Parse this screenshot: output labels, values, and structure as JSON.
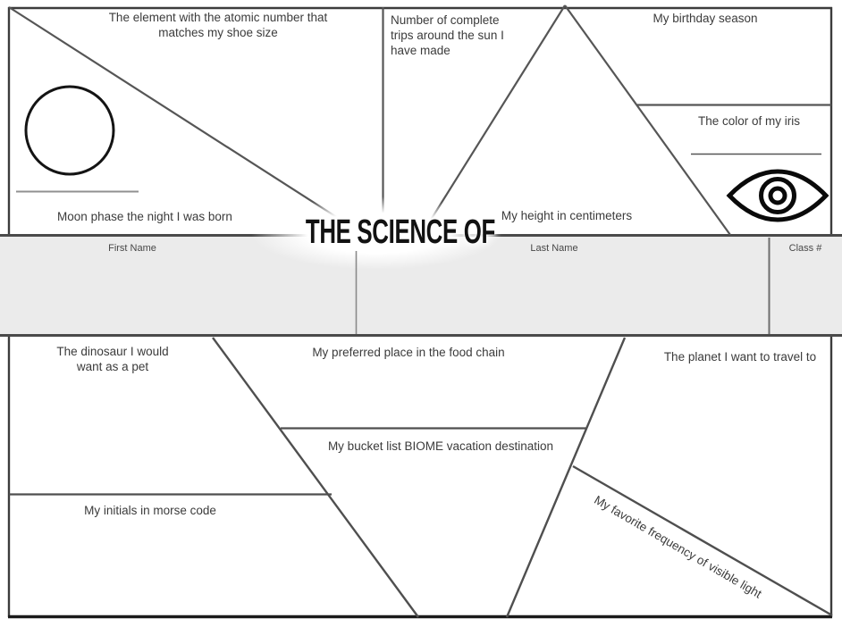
{
  "title": "THE SCIENCE OF",
  "band": {
    "first_name_label": "First Name",
    "last_name_label": "Last Name",
    "class_number_label": "Class #"
  },
  "sections": {
    "element": "The element with the atomic number that matches my shoe size",
    "moon": "Moon phase the night I was born",
    "trips": "Number of complete trips around the sun I have made",
    "height": "My height in centimeters",
    "birthday": "My birthday season",
    "iris": "The color of my iris",
    "dinosaur": "The dinosaur I would want as a pet",
    "food_chain": "My preferred place in the food chain",
    "biome": "My bucket list BIOME vacation destination",
    "morse": "My initials in morse code",
    "planet": "The planet I want to travel to",
    "frequency": "My favorite frequency of visible light"
  },
  "icons": {
    "moon_phase_circle": "empty circle for drawing moon phase",
    "eye": "eye outline with iris and pupil"
  },
  "colors": {
    "band_fill": "#ebebeb",
    "band_border": "#4a4a4a",
    "outer_border": "#3c3c3c",
    "bottom_border": "#1a1a1a",
    "interior_line": "#555555",
    "text": "#3b3b3b",
    "title_text": "#121212"
  }
}
